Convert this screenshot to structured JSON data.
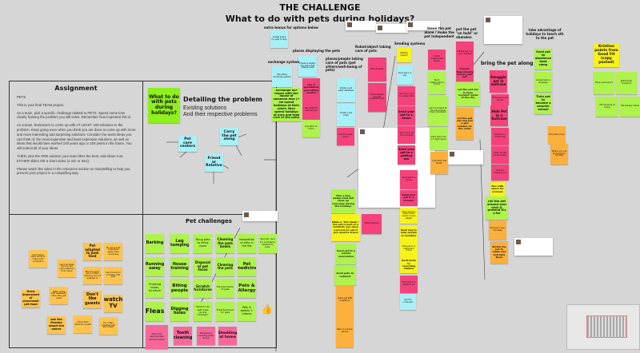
{
  "header": {
    "title": "THE CHALLENGE",
    "subtitle": "What to do with pets during holidays?"
  },
  "assignment": {
    "title": "Assignment",
    "paragraphs": [
      "PETS",
      "This is your final TEAM project.",
      "As a team, pick a specific challenge related to PETS. Spend some time clearly framing the problem you will solve. Remember how important this is.",
      "As a team, brainstorm to come up with AT LEAST 100 solutions to the problem. Keep going even when you think you are done to come up with more and more interesting and surprising solutions. Consider the worst ideas you can think of, the most expensive and least expensive solutions, as well as ideas that would have worked 100 years ago or 100 years in the future. You will submit all of your ideas.",
      "THEN, pick the ONE solution your team likes the best, and share it as EITHER slides OR a short video (1 min or less).",
      "Please watch the video in the resources section on Storytelling to help you present your project in a compelling way."
    ]
  },
  "detailing": {
    "title": "Detailing the problem",
    "line1": "Existing solutions",
    "line2": "And their respective problems"
  },
  "pet_challenges": {
    "title": "Pet challenges"
  },
  "labels": {
    "extra_bonus": "extra bonus for options below",
    "exchange": "exchange system",
    "places_displaying": "places displaying the pets",
    "places_people": "places/people taking care of pets (pet sitters/well-being of pets)",
    "robot": "Robot/object taking care of pets",
    "sending": "Sending systems",
    "leave_alone": "leave the pet alone / make the pet independent",
    "on_hold": "put the pet \"on hold\" or abandon",
    "bring_along": "bring the pet along",
    "take_advantage": "take advantage of holidays to teach sth to the pet"
  },
  "notes": [
    {
      "text": "What to do with pets during holidays?",
      "color": "#8ef01c"
    },
    {
      "text": "Pet care centers",
      "color": "#a8f0f7"
    },
    {
      "text": "Carry the pet along",
      "color": "#a8f0f7"
    },
    {
      "text": "Friend or Relative",
      "color": "#a8f0f7"
    },
    {
      "text": "Barking",
      "color": "#aef24c"
    },
    {
      "text": "Leg humping",
      "color": "#aef24c"
    },
    {
      "text": "Bring pets to living room",
      "color": "#aef24c"
    },
    {
      "text": "Cleaning the pets bowls",
      "color": "#aef24c"
    },
    {
      "text": "Integration of pets in the flat",
      "color": "#aef24c"
    },
    {
      "text": "Special care for problems related to pets",
      "color": "#aef24c"
    },
    {
      "text": "Running away",
      "color": "#aef24c"
    },
    {
      "text": "House training",
      "color": "#aef24c"
    },
    {
      "text": "Disposal of pet feces",
      "color": "#aef24c"
    },
    {
      "text": "Cleaning the pets",
      "color": "#aef24c"
    },
    {
      "text": "Pet medicine",
      "color": "#aef24c"
    },
    {
      "text": "Chewing shoes, furniture",
      "color": "#aef24c"
    },
    {
      "text": "Biting people",
      "color": "#aef24c"
    },
    {
      "text": "Scratch furnitures",
      "color": "#aef24c"
    },
    {
      "text": "Transportation of pets",
      "color": "#aef24c"
    },
    {
      "text": "Pets & Allergy",
      "color": "#aef24c"
    },
    {
      "text": "Fleas",
      "color": "#aef24c"
    },
    {
      "text": "Digging holes",
      "color": "#aef24c"
    },
    {
      "text": "What to do with pets during holidays?",
      "color": "#aef24c"
    },
    {
      "text": "Entertainment for pets",
      "color": "#aef24c"
    },
    {
      "text": "Pets & babies + infants",
      "color": "#aef24c"
    },
    {
      "text": "Pets and appropriate environment",
      "color": "#f7679a"
    },
    {
      "text": "Tooth cleaning",
      "color": "#f7679a"
    },
    {
      "text": "Neighbors leaving pets alone",
      "color": "#f7679a"
    },
    {
      "text": "Shedding at home",
      "color": "#f7679a"
    },
    {
      "text": "Can't leave them alone to make a pet companion",
      "color": "#ffc44d"
    },
    {
      "text": "Can't socialize them to get more attention from owner",
      "color": "#ffc44d"
    },
    {
      "text": "Pet adapted to junk food",
      "color": "#ffc44d"
    },
    {
      "text": "Do not accept caretakers easily, time consuming",
      "color": "#ffc44d"
    },
    {
      "text": "Become picky and a certain diet they are not adapted to",
      "color": "#ffc44d"
    },
    {
      "text": "Can't travel for a holiday with pets",
      "color": "#ffc44d"
    },
    {
      "text": "Grow dependant of processed pet food",
      "color": "#ffc44d"
    },
    {
      "text": "Wake up the host repeatedly when they get upset",
      "color": "#ffc44d"
    },
    {
      "text": "Don't like guests",
      "color": "#ffc44d"
    },
    {
      "text": "watch TV",
      "color": "#ffc44d"
    },
    {
      "text": "ask the Hosebo about the owner",
      "color": "#ffc44d"
    },
    {
      "text": "Cause their behaviour upset",
      "color": "#ffc44d"
    },
    {
      "text": "For coffee together pets and others",
      "color": "#ffc44d"
    },
    {
      "text": "Create space for pets to stay",
      "color": "#a8f0f7"
    },
    {
      "text": "Pet-sitting exchange system",
      "color": "#a8f0f7"
    },
    {
      "text": "exchange our house with the house of someone else (+ we spend holidays at their place, they spend holidays at ours and take care of the pets)",
      "color": "#aef24c"
    },
    {
      "text": "Create a shelter-like place that displays pets",
      "color": "#a8f0f7"
    },
    {
      "text": "Use a specialised pet sitting service",
      "color": "#f5427b"
    },
    {
      "text": "Send pets to visit owners",
      "color": "#f5427b"
    },
    {
      "text": "pet sitter at home",
      "color": "#aef24c"
    },
    {
      "text": "Create a pet sitter database",
      "color": "#a8f0f7"
    },
    {
      "text": "Create a pet hotel",
      "color": "#a8f0f7"
    },
    {
      "text": "Send to a pet friend",
      "color": "#f5427b"
    },
    {
      "text": "Robot feeder",
      "color": "#f5427b"
    },
    {
      "text": "Robot walker and pet entertainment",
      "color": "#f5427b"
    },
    {
      "text": "Hire a dog walker that will show up everyday during the holidays",
      "color": "#aef24c"
    },
    {
      "text": "Make a \"Pet Chain\": the pet is part of a network; you have a person to call if you need to travel",
      "color": "#f7f21a"
    },
    {
      "text": "Send pet to a remote reservation",
      "color": "#aef24c"
    },
    {
      "text": "Send pets on network",
      "color": "#aef24c"
    },
    {
      "text": "Leave pet with neighbour",
      "color": "#fbb03b"
    },
    {
      "text": "Pets on a travel service",
      "color": "#fbb03b"
    },
    {
      "text": "Robot playing",
      "color": "#f5427b"
    },
    {
      "text": "Waiting system",
      "color": "#f7f21a"
    },
    {
      "text": "Send pet in a box",
      "color": "#a8f0f7"
    },
    {
      "text": "Send your pet to a sleep farm",
      "color": "#f5427b"
    },
    {
      "text": "Send your pet to a drone",
      "color": "#f5427b"
    },
    {
      "text": "Send your pet to a compost",
      "color": "#f5427b"
    },
    {
      "text": "Send your pet to a petting zoo",
      "color": "#f5427b"
    },
    {
      "text": "Send pet to a model",
      "color": "#f5427b"
    },
    {
      "text": "Send your pet to a breeder",
      "color": "#f5427b"
    },
    {
      "text": "Rent dog to a person that needs to lose weight",
      "color": "#f7f21a"
    },
    {
      "text": "Rent dog to help people in isolation",
      "color": "#f7f21a"
    },
    {
      "text": "Rent pet to a retirement home",
      "color": "#f7f21a"
    },
    {
      "text": "Rent birds to recording studios",
      "color": "#f7f21a"
    },
    {
      "text": "Send pet to a research lab",
      "color": "#f5427b"
    },
    {
      "text": "Send to computer",
      "color": "#a8f0f7"
    },
    {
      "text": "Install independent feeder",
      "color": "#f5427b"
    },
    {
      "text": "Teach independence to pet",
      "color": "#aef24c"
    },
    {
      "text": "send a present to the pet so that they understand",
      "color": "#aef24c"
    },
    {
      "text": "make them live in a tight space",
      "color": "#aef24c"
    },
    {
      "text": "Automatic pet feeder",
      "color": "#fbb03b"
    },
    {
      "text": "Put the pet in a cryo chamber",
      "color": "#f5427b"
    },
    {
      "text": "Freeze: Hypnotically freeze your pet",
      "color": "#f5427b"
    },
    {
      "text": "Let the pet out in huge 'scented' parks of the city",
      "color": "#aef24c"
    },
    {
      "text": "Let the pet out and put a gps tracker on the collar",
      "color": "#fbb03b"
    },
    {
      "text": "Smuggle pet in suitcase",
      "color": "#f5427b"
    },
    {
      "text": "Bring pet in pet carrier",
      "color": "#f5427b"
    },
    {
      "text": "Hide Pet in a Suitcase",
      "color": "#f5427b"
    },
    {
      "text": "Put pet in a travel bag",
      "color": "#f5427b"
    },
    {
      "text": "Dress up the pet as a baby",
      "color": "#f5427b"
    },
    {
      "text": "Invent a shrinking ray",
      "color": "#f5427b"
    },
    {
      "text": "Box with space for animals",
      "color": "#f7f21a"
    },
    {
      "text": "roll the pet around your neck & pretend it's a fur",
      "color": "#aef24c"
    },
    {
      "text": "Put pet in your handbag",
      "color": "#fbb03b"
    },
    {
      "text": "Shrink the pet to make size and take them",
      "color": "#fbb03b"
    },
    {
      "text": "Send pet to obedience boot camp",
      "color": "#aef24c"
    },
    {
      "text": "Let pet learn a language",
      "color": "#aef24c"
    },
    {
      "text": "Train pet to become a smarter animal",
      "color": "#aef24c"
    },
    {
      "text": "Buy them a toy",
      "color": "#fbb03b"
    },
    {
      "text": "Where you can find apps for the pets",
      "color": "#fbb03b"
    },
    {
      "text": "Kristine points from Good Fit (copy pasted)",
      "color": "#f7f21a"
    },
    {
      "text": "Have a pet escort",
      "color": "#aef24c"
    },
    {
      "text": "Pet-friendly transport",
      "color": "#aef24c"
    },
    {
      "text": "Pet boarding at home",
      "color": "#aef24c"
    },
    {
      "text": "Pet friendly hotels",
      "color": "#aef24c"
    }
  ]
}
